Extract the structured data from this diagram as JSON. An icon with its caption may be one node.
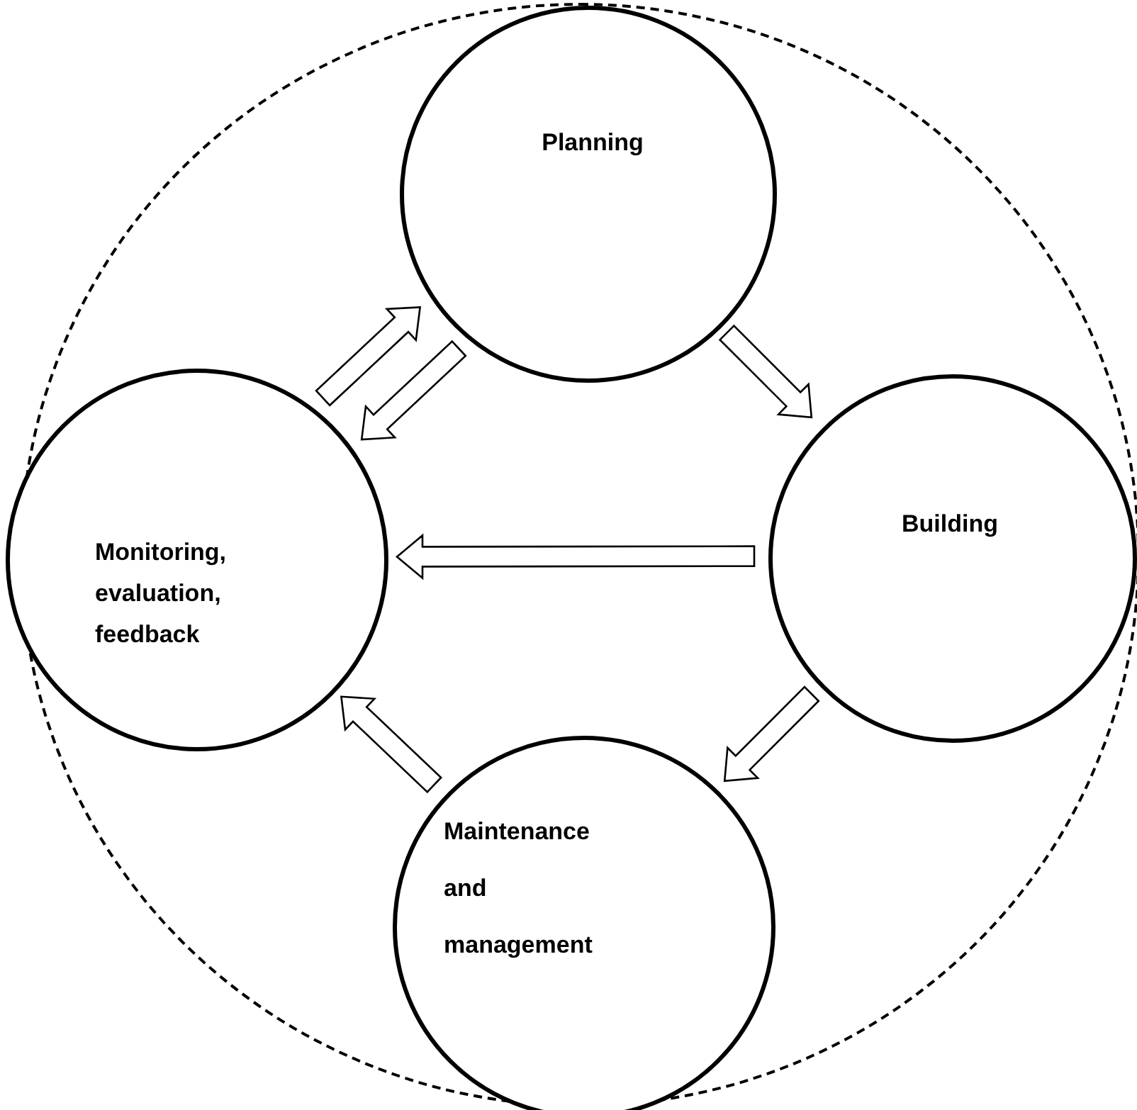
{
  "diagram": {
    "nodes": [
      {
        "text": [],
        "shape": "circle"
      },
      {
        "text": [
          "Planning"
        ],
        "in": 0
      },
      {
        "text": [
          "Building"
        ],
        "in": 0
      },
      {
        "text": [
          "Maintenance and management"
        ],
        "in": 0
      },
      {
        "text": [
          "Monitoring, evaluation, feedback"
        ],
        "in": 0
      }
    ],
    "edges": [
      {
        "from": 1,
        "to": 2,
        "arrow": "to"
      },
      {
        "from": 2,
        "to": 3,
        "arrow": "to"
      },
      {
        "from": 3,
        "to": 4,
        "arrow": "to"
      },
      {
        "from": 4,
        "to": 1,
        "arrow": "to"
      },
      {
        "from": 1,
        "to": 4,
        "arrow": "to"
      },
      {
        "from": 2,
        "to": 4,
        "arrow": "to"
      }
    ]
  }
}
